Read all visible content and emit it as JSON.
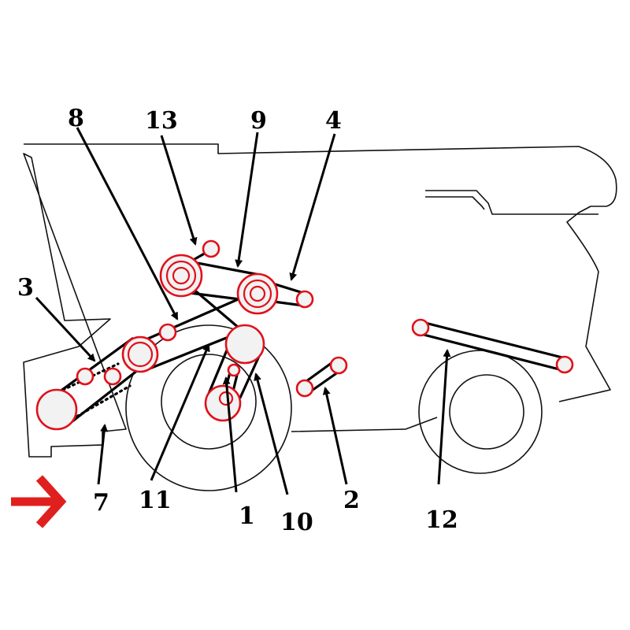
{
  "labels": {
    "l1": "1",
    "l2": "2",
    "l3": "3",
    "l4": "4",
    "l7": "7",
    "l8": "8",
    "l9": "9",
    "l10": "10",
    "l11": "11",
    "l12": "12",
    "l13": "13"
  },
  "colors": {
    "pulley_outline": "#e0101a",
    "direction_arrow": "#e0201e",
    "belt": "#000000",
    "outline": "#111111"
  },
  "icons": {
    "direction": "travel-direction-arrow-icon"
  }
}
